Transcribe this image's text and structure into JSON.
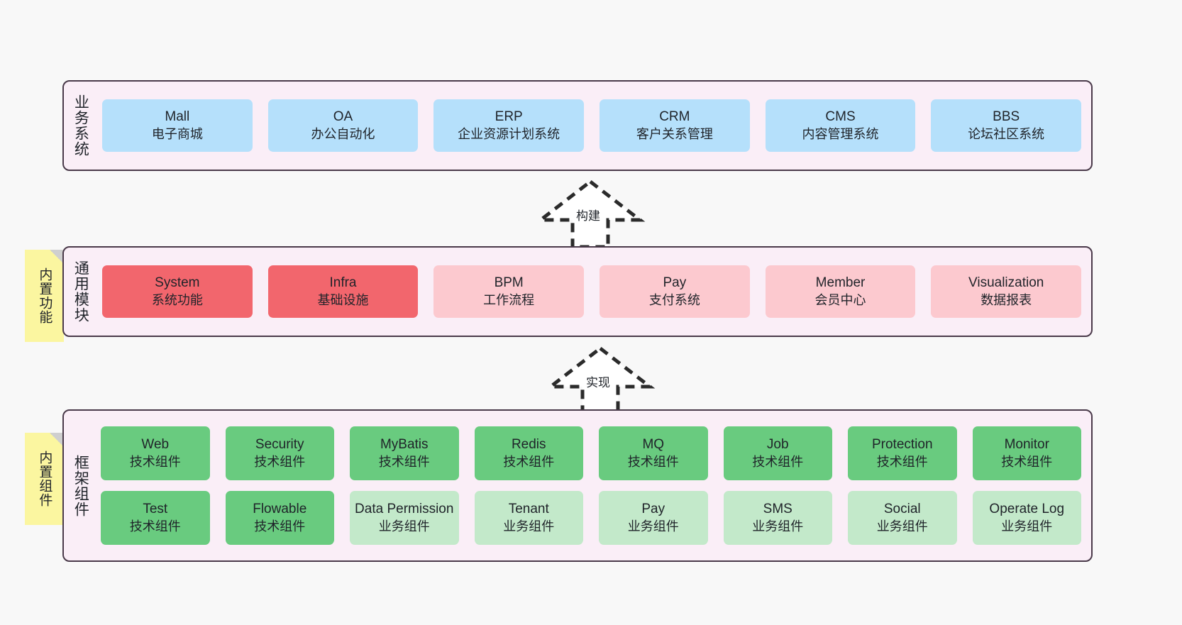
{
  "diagram": {
    "title": "",
    "colors": {
      "layer_bg": "#faeef7",
      "layer_border": "#4a3a4a",
      "business_card": "#b5e0fb",
      "module_core": "#f2666d",
      "module_plain": "#fcc9cf",
      "framework_tech": "#69cb7f",
      "framework_biz": "#c3e9ca",
      "note_bg": "#fbf6a0",
      "canvas_bg": "#f8f8f8"
    }
  },
  "notes": [
    {
      "id": "builtin-features",
      "label": "内置功能"
    },
    {
      "id": "builtin-components",
      "label": "内置组件"
    }
  ],
  "connectors": [
    {
      "id": "build",
      "label": "构建",
      "style": "dashed-hollow-triangle",
      "direction": "up"
    },
    {
      "id": "implement",
      "label": "实现",
      "style": "dashed-hollow-triangle",
      "direction": "up"
    }
  ],
  "layers": [
    {
      "id": "business-systems",
      "title": "业务系统",
      "rows": [
        {
          "cards": [
            {
              "name": "Mall",
              "sub": "电子商城",
              "tone": "blue"
            },
            {
              "name": "OA",
              "sub": "办公自动化",
              "tone": "blue"
            },
            {
              "name": "ERP",
              "sub": "企业资源计划系统",
              "tone": "blue"
            },
            {
              "name": "CRM",
              "sub": "客户关系管理",
              "tone": "blue"
            },
            {
              "name": "CMS",
              "sub": "内容管理系统",
              "tone": "blue"
            },
            {
              "name": "BBS",
              "sub": "论坛社区系统",
              "tone": "blue"
            }
          ]
        }
      ]
    },
    {
      "id": "common-modules",
      "title": "通用模块",
      "rows": [
        {
          "cards": [
            {
              "name": "System",
              "sub": "系统功能",
              "tone": "red"
            },
            {
              "name": "Infra",
              "sub": "基础设施",
              "tone": "red"
            },
            {
              "name": "BPM",
              "sub": "工作流程",
              "tone": "pink"
            },
            {
              "name": "Pay",
              "sub": "支付系统",
              "tone": "pink"
            },
            {
              "name": "Member",
              "sub": "会员中心",
              "tone": "pink"
            },
            {
              "name": "Visualization",
              "sub": "数据报表",
              "tone": "pink"
            }
          ]
        }
      ]
    },
    {
      "id": "framework-components",
      "title": "框架组件",
      "rows": [
        {
          "cards": [
            {
              "name": "Web",
              "sub": "技术组件",
              "tone": "green"
            },
            {
              "name": "Security",
              "sub": "技术组件",
              "tone": "green"
            },
            {
              "name": "MyBatis",
              "sub": "技术组件",
              "tone": "green"
            },
            {
              "name": "Redis",
              "sub": "技术组件",
              "tone": "green"
            },
            {
              "name": "MQ",
              "sub": "技术组件",
              "tone": "green"
            },
            {
              "name": "Job",
              "sub": "技术组件",
              "tone": "green"
            },
            {
              "name": "Protection",
              "sub": "技术组件",
              "tone": "green"
            },
            {
              "name": "Monitor",
              "sub": "技术组件",
              "tone": "green"
            }
          ]
        },
        {
          "cards": [
            {
              "name": "Test",
              "sub": "技术组件",
              "tone": "green"
            },
            {
              "name": "Flowable",
              "sub": "技术组件",
              "tone": "green"
            },
            {
              "name": "Data Permission",
              "sub": "业务组件",
              "tone": "green-light"
            },
            {
              "name": "Tenant",
              "sub": "业务组件",
              "tone": "green-light"
            },
            {
              "name": "Pay",
              "sub": "业务组件",
              "tone": "green-light"
            },
            {
              "name": "SMS",
              "sub": "业务组件",
              "tone": "green-light"
            },
            {
              "name": "Social",
              "sub": "业务组件",
              "tone": "green-light"
            },
            {
              "name": "Operate Log",
              "sub": "业务组件",
              "tone": "green-light"
            }
          ]
        }
      ]
    }
  ]
}
